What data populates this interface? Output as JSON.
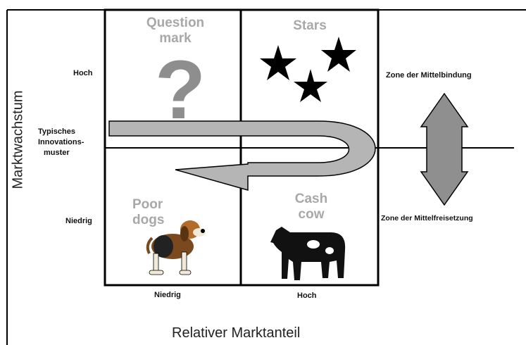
{
  "diagram": {
    "y_axis_title": "Marktwachstum",
    "x_axis_title": "Relativer Marktanteil",
    "y_levels": {
      "high": "Hoch",
      "low": "Niedrig"
    },
    "x_levels": {
      "low": "Niedrig",
      "high": "Hoch"
    },
    "quadrants": {
      "question_mark": {
        "line1": "Question",
        "line2": "mark"
      },
      "stars": {
        "line1": "Stars"
      },
      "poor_dogs": {
        "line1": "Poor",
        "line2": "dogs"
      },
      "cash_cow": {
        "line1": "Cash",
        "line2": "cow"
      }
    },
    "innovation_pattern": {
      "line1": "Typisches",
      "line2": "Innovations-",
      "line3": "muster"
    },
    "zones": {
      "binding": "Zone der Mittelbindung",
      "release": "Zone der Mittelfreisetzung"
    },
    "question_glyph": "?",
    "colors": {
      "arrow_fill": "#b5b5b5",
      "quad_label": "#a8a8a8",
      "line": "#000000"
    },
    "icons": [
      "star-icon",
      "question-mark-icon",
      "dog-icon",
      "cow-icon",
      "double-arrow-icon",
      "u-turn-arrow-icon"
    ]
  }
}
